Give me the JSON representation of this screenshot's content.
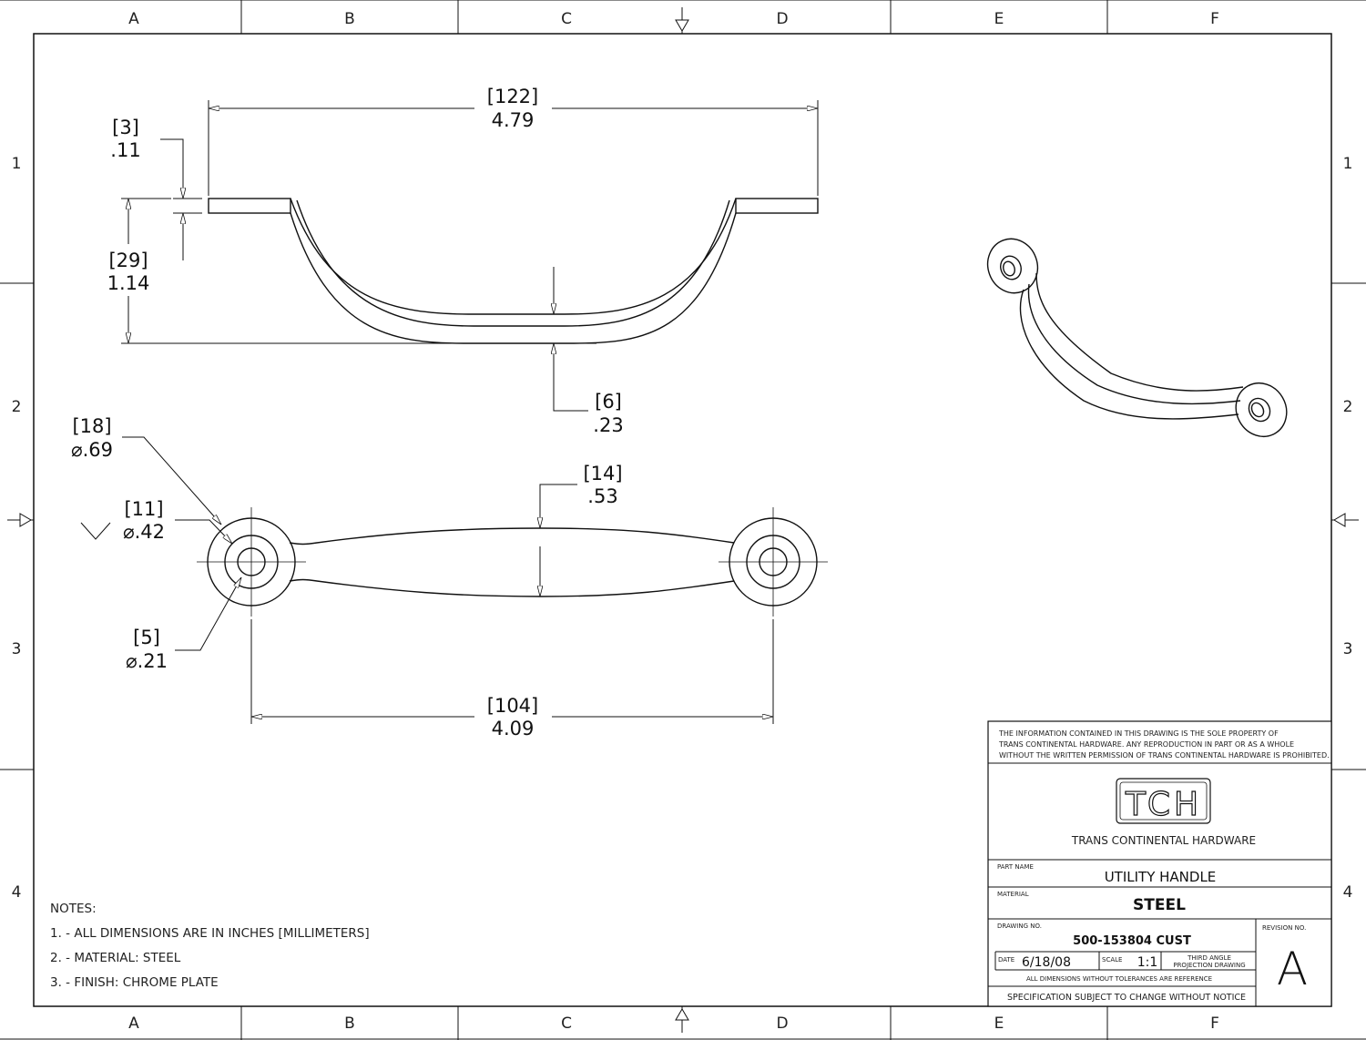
{
  "zones": {
    "columns": [
      "A",
      "B",
      "C",
      "D",
      "E",
      "F"
    ],
    "rows": [
      "1",
      "2",
      "3",
      "4"
    ]
  },
  "dimensions": {
    "overall_length": {
      "mm": "[122]",
      "in": "4.79"
    },
    "thickness": {
      "mm": "[3]",
      "in": ".11"
    },
    "height": {
      "mm": "[29]",
      "in": "1.14"
    },
    "bottom_thickness": {
      "mm": "[6]",
      "in": ".23"
    },
    "grip_width": {
      "mm": "[14]",
      "in": ".53"
    },
    "boss_dia": {
      "mm": "[18]",
      "in": "⌀.69"
    },
    "countersink_dia": {
      "mm": "[11]",
      "in": "⌀.42"
    },
    "hole_dia": {
      "mm": "[5]",
      "in": "⌀.21"
    },
    "hole_spacing": {
      "mm": "[104]",
      "in": "4.09"
    }
  },
  "notes": {
    "heading": "NOTES:",
    "items": [
      "1. - ALL DIMENSIONS ARE IN INCHES [MILLIMETERS]",
      "2. - MATERIAL: STEEL",
      "3. - FINISH: CHROME PLATE"
    ]
  },
  "title_block": {
    "disclaimer": [
      "THE INFORMATION CONTAINED IN THIS DRAWING IS THE SOLE PROPERTY OF",
      "TRANS CONTINENTAL HARDWARE.  ANY REPRODUCTION IN PART OR AS A WHOLE",
      "WITHOUT THE WRITTEN PERMISSION OF TRANS CONTINENTAL HARDWARE IS PROHIBITED."
    ],
    "logo_text": "TCH",
    "company": "TRANS CONTINENTAL HARDWARE",
    "part_name_label": "PART NAME",
    "part_name": "UTILITY HANDLE",
    "material_label": "MATERIAL",
    "material": "STEEL",
    "drawing_no_label": "DRAWING NO.",
    "drawing_no": "500-153804 CUST",
    "revision_label": "REVISION NO.",
    "revision": "A",
    "date_label": "DATE",
    "date": "6/18/08",
    "scale_label": "SCALE",
    "scale": "1:1",
    "projection": [
      "THIRD ANGLE",
      "PROJECTION DRAWING"
    ],
    "tolerance_note": "ALL DIMENSIONS WITHOUT TOLERANCES ARE REFERENCE",
    "change_note": "SPECIFICATION SUBJECT TO CHANGE WITHOUT NOTICE"
  }
}
